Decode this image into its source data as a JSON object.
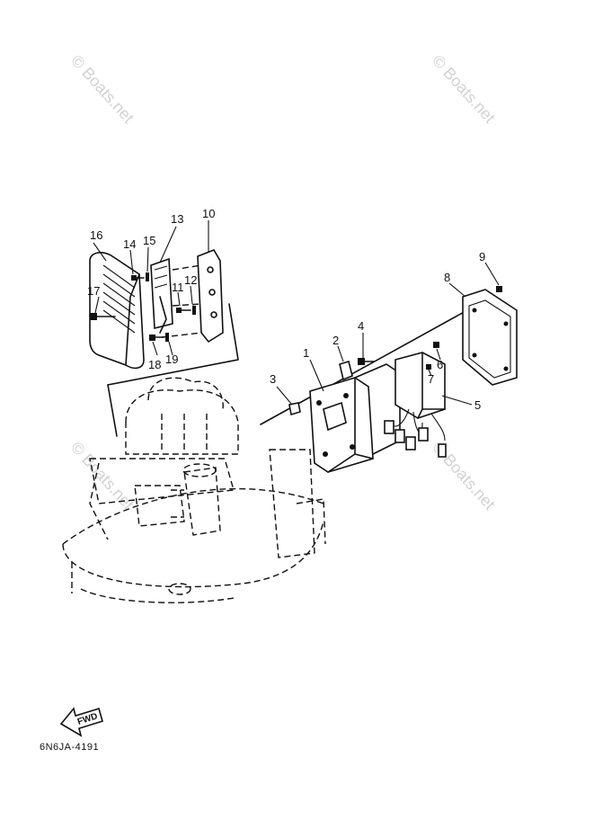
{
  "watermark": "© Boats.net",
  "diagram_code": "6N6JA-4191",
  "fwd_label": "FWD",
  "callouts": [
    "1",
    "2",
    "3",
    "4",
    "5",
    "6",
    "7",
    "8",
    "9",
    "10",
    "11",
    "12",
    "13",
    "14",
    "15",
    "16",
    "17",
    "18",
    "19"
  ]
}
